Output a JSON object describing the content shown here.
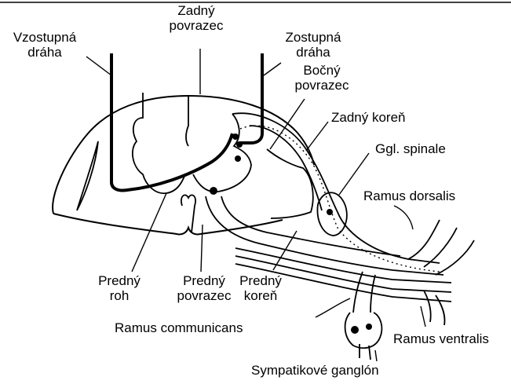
{
  "labels": {
    "vzostupna_draha_1": "Vzostupná",
    "vzostupna_draha_2": "dráha",
    "zadny_povrazec_1": "Zadný",
    "zadny_povrazec_2": "povrazec",
    "zostupna_draha_1": "Zostupná",
    "zostupna_draha_2": "dráha",
    "bocny_povrazec_1": "Bočný",
    "bocny_povrazec_2": "povrazec",
    "zadny_koren": "Zadný koreň",
    "ggl_spinale": "Ggl. spinale",
    "ramus_dorsalis": "Ramus dorsalis",
    "predny_roh_1": "Predný",
    "predny_roh_2": "roh",
    "predny_povrazec_1": "Predný",
    "predny_povrazec_2": "povrazec",
    "predny_koren_1": "Predný",
    "predny_koren_2": "koreň",
    "ramus_communicans": "Ramus communicans",
    "ramus_ventralis": "Ramus ventralis",
    "sympatikove_ganglion": "Sympatikové ganglón"
  },
  "colors": {
    "ink": "#000000",
    "background": "#ffffff"
  }
}
